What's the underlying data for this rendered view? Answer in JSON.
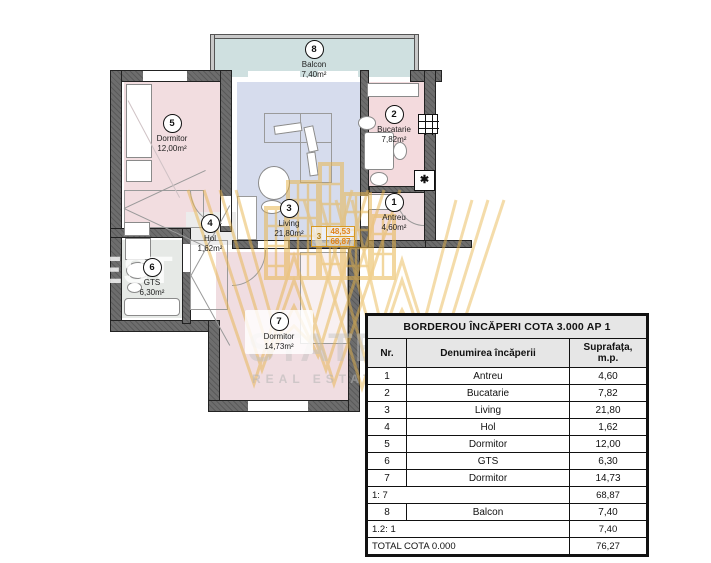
{
  "document": {
    "type": "apartment-floor-plan",
    "watermark": {
      "line1": "WEST",
      "line2": "STATE",
      "line3": "REAL ESTATE"
    }
  },
  "floorplan": {
    "area_badge": {
      "index": "3",
      "value_top": "48,53",
      "value_bottom": "68,87"
    },
    "kitchen_marker": "✱",
    "rooms": [
      {
        "num": "8",
        "name": "Balcon",
        "area": "7,40m²",
        "fill": "#cfe0e0"
      },
      {
        "num": "5",
        "name": "Dormitor",
        "area": "12,00m²",
        "fill": "#f2dde0"
      },
      {
        "num": "2",
        "name": "Bucatarie",
        "area": "7,82m²",
        "fill": "#f3dadd"
      },
      {
        "num": "3",
        "name": "Living",
        "area": "21,80m²",
        "fill": "#d6dced"
      },
      {
        "num": "1",
        "name": "Antreu",
        "area": "4,60m²",
        "fill": "#f0dfe2"
      },
      {
        "num": "4",
        "name": "Hol",
        "area": "1,62m²",
        "fill": "#ececec"
      },
      {
        "num": "6",
        "name": "GTS",
        "area": "6,30m²",
        "fill": "#e6e9e6"
      },
      {
        "num": "7",
        "name": "Dormitor",
        "area": "14,73m²",
        "fill": "#f0dde1"
      }
    ]
  },
  "table": {
    "title": "BORDEROU ÎNCĂPERI COTA 3.000 AP 1",
    "columns": {
      "nr": "Nr.",
      "name": "Denumirea încăperii",
      "area_l1": "Suprafața,",
      "area_l2": "m.p."
    },
    "rows": [
      {
        "nr": "1",
        "name": "Antreu",
        "area": "4,60"
      },
      {
        "nr": "2",
        "name": "Bucatarie",
        "area": "7,82"
      },
      {
        "nr": "3",
        "name": "Living",
        "area": "21,80"
      },
      {
        "nr": "4",
        "name": "Hol",
        "area": "1,62"
      },
      {
        "nr": "5",
        "name": "Dormitor",
        "area": "12,00"
      },
      {
        "nr": "6",
        "name": "GTS",
        "area": "6,30"
      },
      {
        "nr": "7",
        "name": "Dormitor",
        "area": "14,73"
      }
    ],
    "subtotal_1": {
      "label": "1: 7",
      "value": "68,87"
    },
    "row_balcon": {
      "nr": "8",
      "name": "Balcon",
      "area": "7,40"
    },
    "subtotal_2": {
      "label": "1.2: 1",
      "value": "7,40"
    },
    "total": {
      "label": "TOTAL COTA 0.000",
      "value": "76,27"
    }
  }
}
